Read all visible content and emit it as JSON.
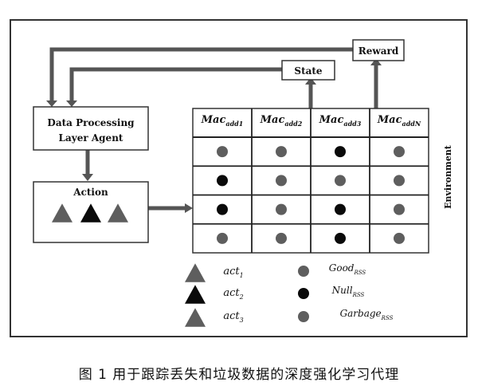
{
  "diagram": {
    "agent_label_line1": "Data Processing",
    "agent_label_line2": "Layer Agent",
    "action_label": "Action",
    "state_label": "State",
    "reward_label": "Reward",
    "environment_label": "Environment",
    "columns": [
      {
        "base": "Mac",
        "sub": "add1"
      },
      {
        "base": "Mac",
        "sub": "add2"
      },
      {
        "base": "Mac",
        "sub": "add3"
      },
      {
        "base": "Mac",
        "sub": "addN"
      }
    ],
    "grid": [
      [
        "good",
        "good",
        "null",
        "good"
      ],
      [
        "null",
        "good",
        "good",
        "good"
      ],
      [
        "null",
        "good",
        "null",
        "good"
      ],
      [
        "good",
        "good",
        "null",
        "good"
      ]
    ],
    "action_triangles": [
      "gray",
      "black",
      "gray"
    ],
    "legend_actions": [
      {
        "base": "act",
        "sub": "1",
        "color": "gray"
      },
      {
        "base": "act",
        "sub": "2",
        "color": "black"
      },
      {
        "base": "act",
        "sub": "3",
        "color": "gray"
      }
    ],
    "legend_states": [
      {
        "base": "Good",
        "sub": "RSS",
        "kind": "good"
      },
      {
        "base": "Null",
        "sub": "RSS",
        "kind": "null"
      },
      {
        "base": "Garbage",
        "sub": "RSS",
        "kind": "garbage"
      }
    ],
    "colors": {
      "gray": "#5e5e5e",
      "black": "#0a0a0a",
      "arrow": "#555555",
      "frame": "#333333"
    }
  },
  "caption": "图 1    用于跟踪丢失和垃圾数据的深度强化学习代理"
}
